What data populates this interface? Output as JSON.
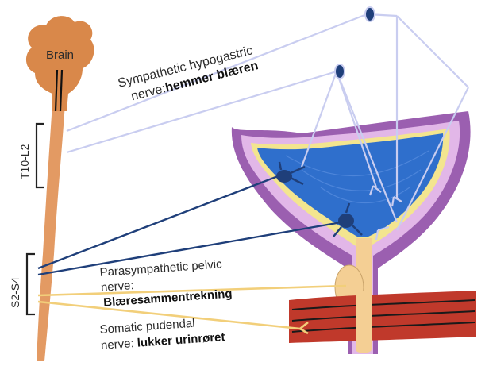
{
  "labels": {
    "brain": "Brain",
    "t10_l2": "T10-L2",
    "s2_s4": "S2-S4",
    "sympathetic_line1": "Sympathetic hypogastric",
    "sympathetic_prefix": "nerve:",
    "sympathetic_bold": "hemmer blæren",
    "parasympathetic_line1": "Parasympathetic pelvic",
    "parasympathetic_line2": "nerve:",
    "parasympathetic_bold": "Blæresammentrekning",
    "somatic_line1": "Somatic pudendal",
    "somatic_prefix": "nerve: ",
    "somatic_bold": "lukker urinrøret"
  },
  "colors": {
    "brain": "#d9884a",
    "spinal_cord": "#e39a63",
    "sympathetic_nerve": "#c9cdf0",
    "parasympathetic_nerve": "#1f3f7a",
    "somatic_nerve": "#f2cf7a",
    "bladder_outer": "#9b5fb0",
    "bladder_wall": "#e2b7e8",
    "bladder_lumen": "#2f6fcc",
    "sphincter_muscle": "#c0392b",
    "urethra": "#f4cf94"
  }
}
